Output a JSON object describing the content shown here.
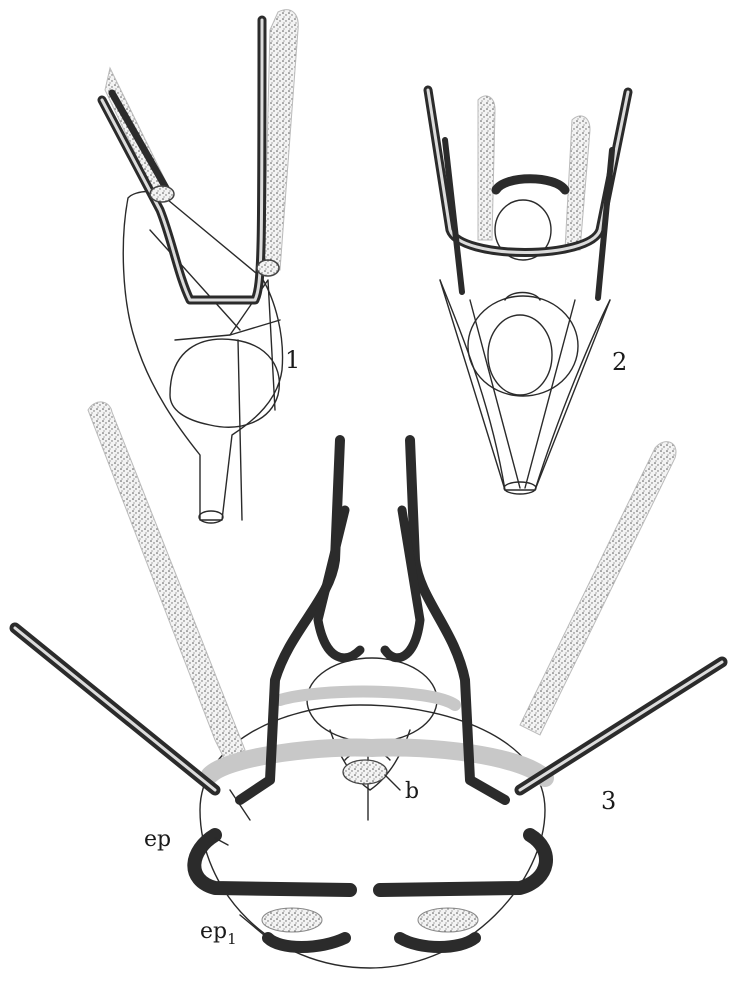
{
  "figure_labels": {
    "fig1": "1",
    "fig2": "2",
    "fig3": "3"
  },
  "part_labels": {
    "b": "b",
    "ep": "ep",
    "ep1_base": "ep",
    "ep1_sub": "1"
  },
  "colors": {
    "ink": "#1a1a1a",
    "dark_rod": "#2b2b2b",
    "light_rod": "#c8c8c8",
    "background": "#ffffff"
  }
}
